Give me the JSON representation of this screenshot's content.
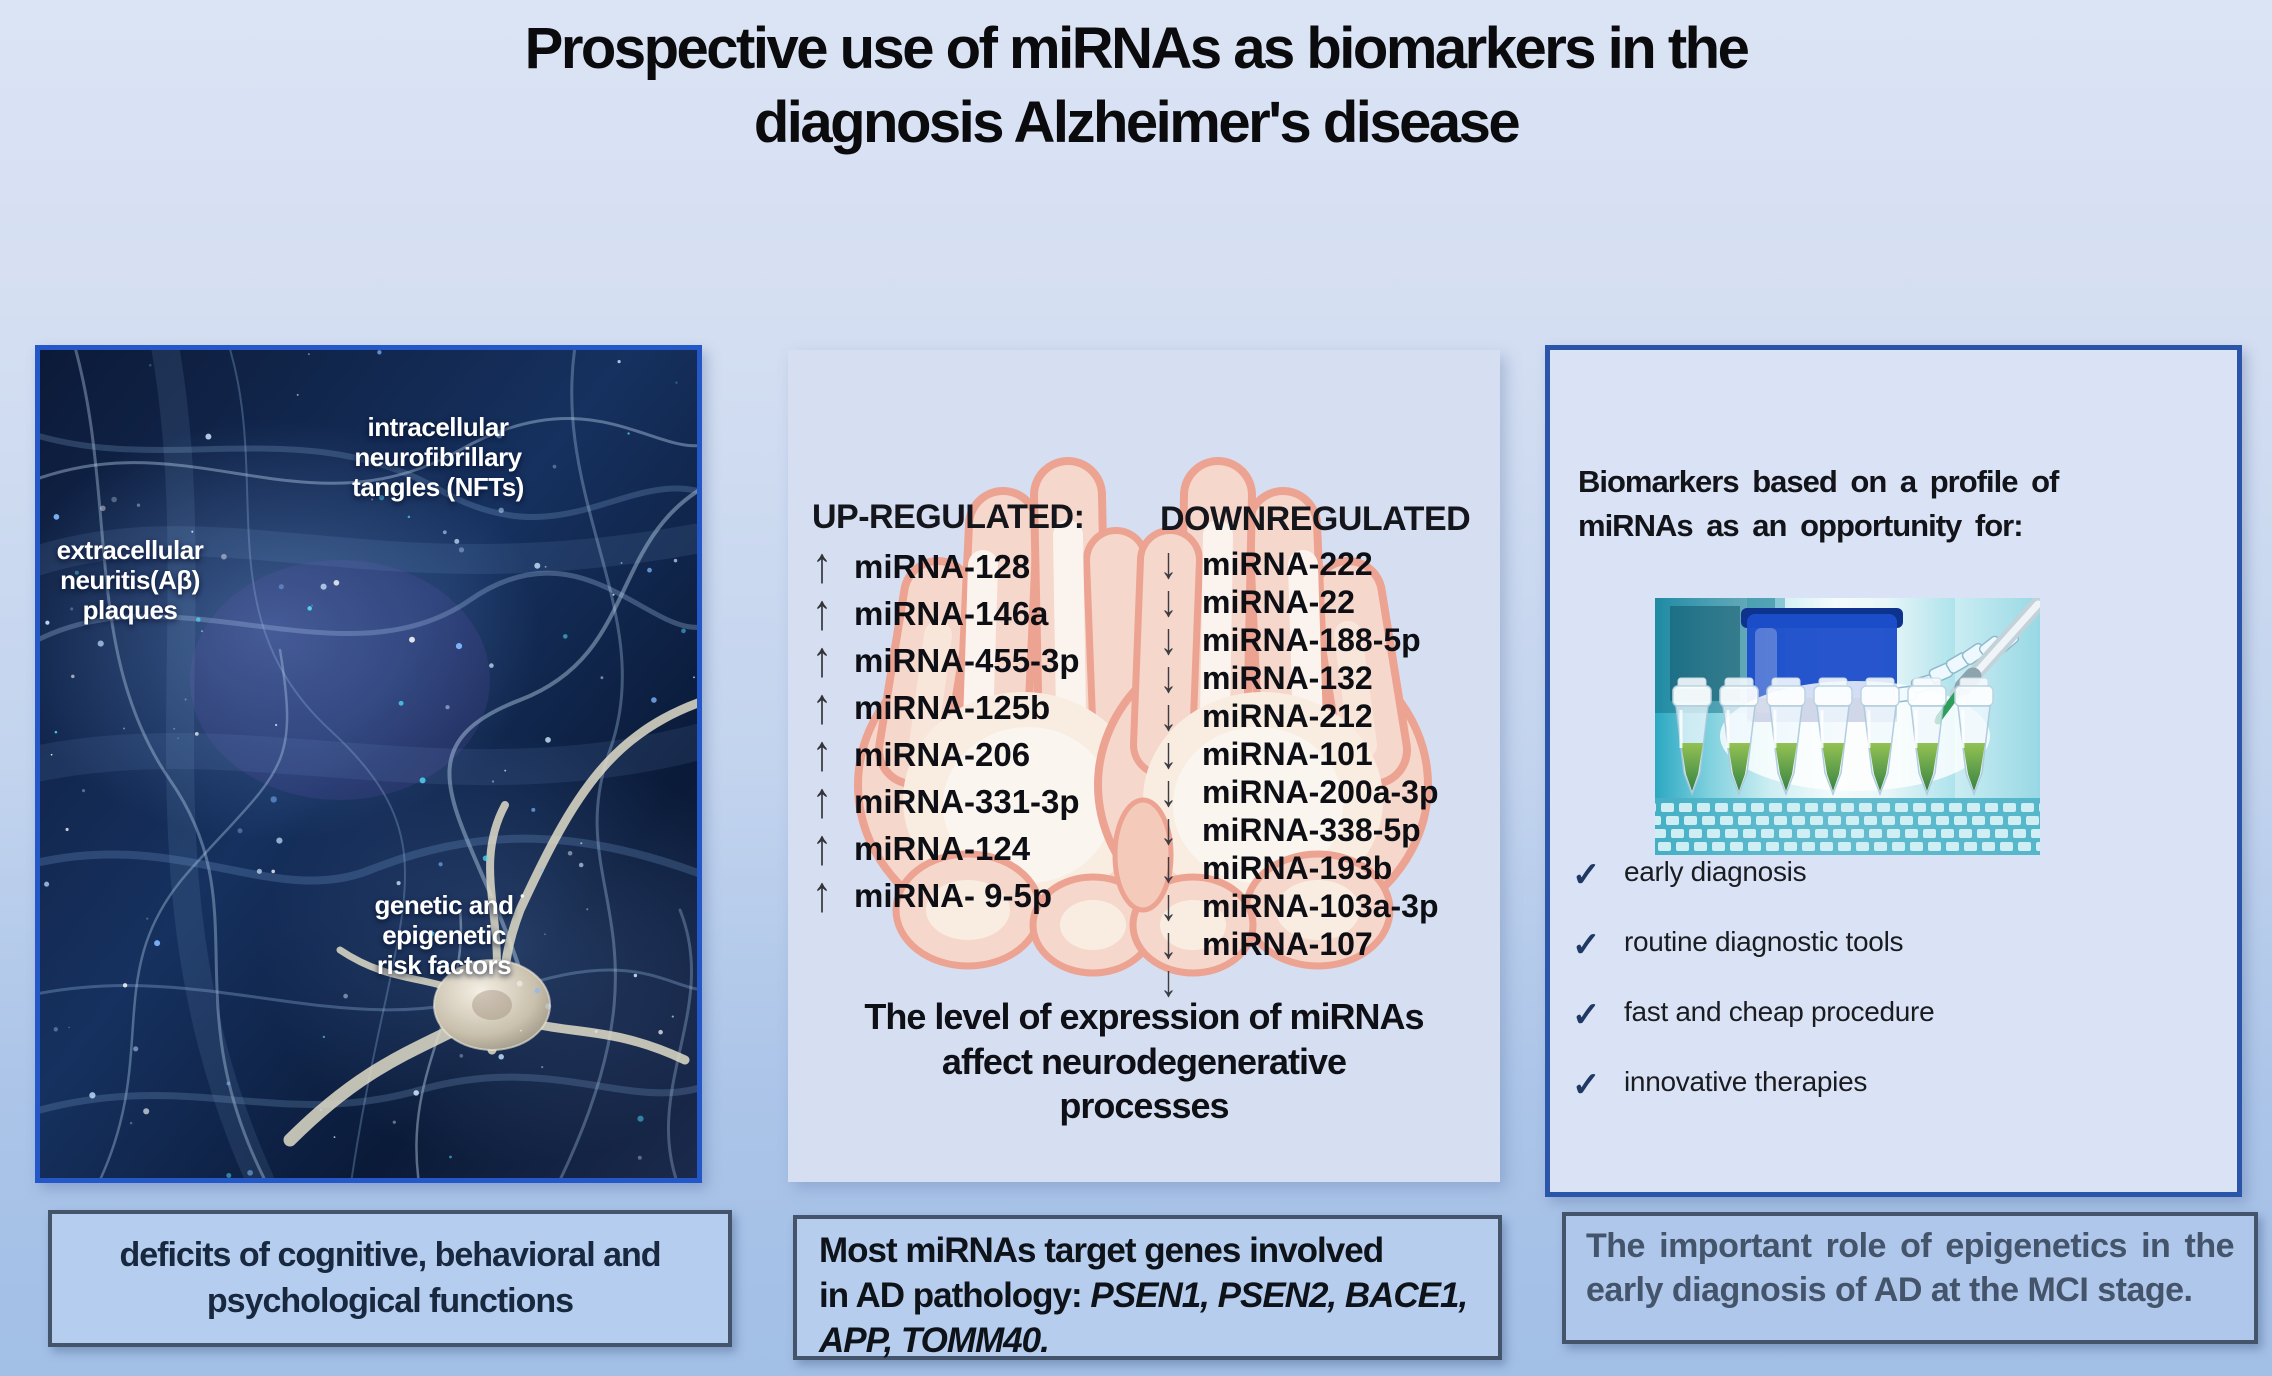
{
  "title": "Prospective use of miRNAs as biomarkers in the\ndiagnosis Alzheimer's disease",
  "icons": {
    "up_arrow": "↑",
    "down_arrow": "↓",
    "check": "✓"
  },
  "left_panel": {
    "label_tangles": "intracellular\nneurofibrillary\ntangles (NFTs)",
    "label_plaques": "extracellular\nneuritis(Aβ)\nplaques",
    "label_risk": "genetic and\nepigenetic\nrisk factors",
    "caption": "deficits of cognitive, behavioral and\npsychological functions"
  },
  "middle_panel": {
    "up_header": "UP-REGULATED:",
    "up_items": [
      "miRNA-128",
      "miRNA-146a",
      "miRNA-455-3p",
      "miRNA-125b",
      "miRNA-206",
      "miRNA-331-3p",
      "miRNA-124",
      "miRNA- 9-5p"
    ],
    "down_header": "DOWNREGULATED",
    "down_items": [
      "miRNA-222",
      "miRNA-22",
      "miRNA-188-5p",
      "miRNA-132",
      "miRNA-212",
      "miRNA-101",
      "miRNA-200a-3p",
      "miRNA-338-5p",
      "miRNA-193b",
      "miRNA-103a-3p",
      "miRNA-107"
    ],
    "note": "The level of expression of miRNAs\naffect neurodegenerative\nprocesses",
    "caption_lead": "Most miRNAs target genes  involved\nin AD pathology: ",
    "caption_genes": "PSEN1, PSEN2, BACE1, APP, TOMM40."
  },
  "right_panel": {
    "header": "Biomarkers based on a profile of\nmiRNAs as an opportunity for:",
    "checklist": [
      "early diagnosis",
      "routine diagnostic tools",
      "fast and cheap procedure",
      "innovative therapies"
    ],
    "caption": "The important role of epigenetics in the early diagnosis of AD at the MCI stage."
  },
  "colors": {
    "left_border": "#2457c8",
    "right_border": "#2b55a8",
    "caption_border": "#44546a",
    "check": "#1f3864",
    "brain_outline": "#efa08c",
    "brain_fill": "#f8d7c9"
  }
}
